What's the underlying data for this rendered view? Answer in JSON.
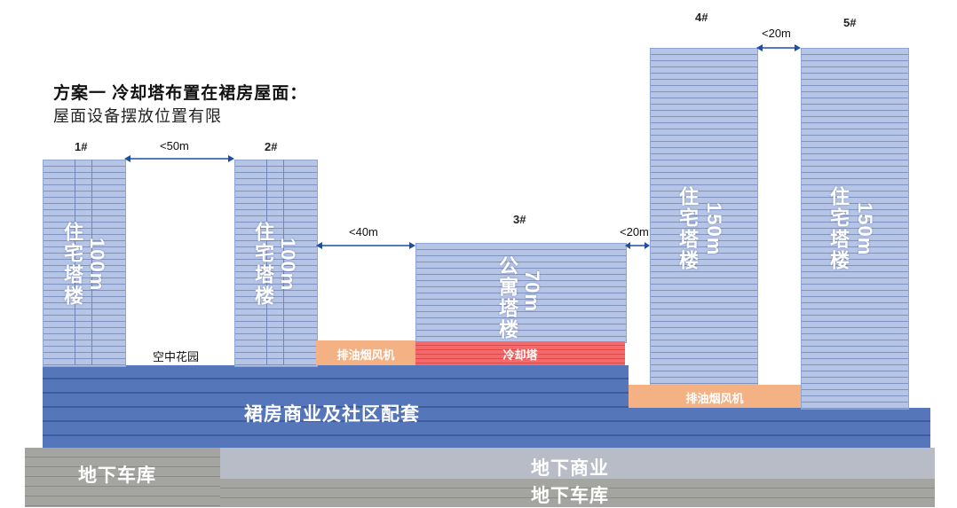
{
  "title": {
    "line1": "方案一 冷却塔布置在裙房屋面：",
    "line2": "屋面设备摆放位置有限"
  },
  "towers": [
    {
      "id": "1#",
      "label": "住宅塔楼",
      "height": "100m"
    },
    {
      "id": "2#",
      "label": "住宅塔楼",
      "height": "100m"
    },
    {
      "id": "3#",
      "label": "公寓塔楼",
      "height": "70m"
    },
    {
      "id": "4#",
      "label": "住宅塔楼",
      "height": "150m"
    },
    {
      "id": "5#",
      "label": "住宅塔楼",
      "height": "150m"
    }
  ],
  "dimensions": {
    "d12": "<50m",
    "d23": "<40m",
    "d34": "<20m",
    "d45": "<20m"
  },
  "labels": {
    "sky_garden": "空中花园",
    "exhaust_fan_1": "排油烟风机",
    "cooling_tower": "冷却塔",
    "exhaust_fan_2": "排油烟风机",
    "podium": "裙房商业及社区配套",
    "garage_left": "地下车库",
    "underground_commercial": "地下商业",
    "garage_right": "地下车库"
  },
  "colors": {
    "tower": "#a9bbe0",
    "podium": "#4f70b5",
    "exhaust": "#f4b183",
    "cooling": "#f25a5a",
    "basement": "#9c9c98"
  }
}
